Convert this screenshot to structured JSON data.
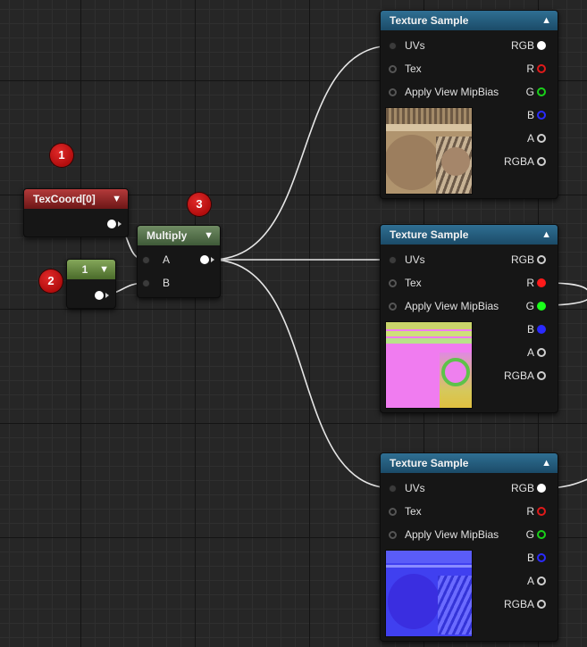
{
  "badges": [
    "1",
    "2",
    "3"
  ],
  "texcoord_node": {
    "title": "TexCoord[0]"
  },
  "constant_node": {
    "title": "1"
  },
  "multiply_node": {
    "title": "Multiply",
    "pin_a": "A",
    "pin_b": "B"
  },
  "texture_nodes": [
    {
      "title": "Texture Sample",
      "inputs": [
        "UVs",
        "Tex",
        "Apply View MipBias"
      ],
      "outputs": [
        "RGB",
        "R",
        "G",
        "B",
        "A",
        "RGBA"
      ]
    },
    {
      "title": "Texture Sample",
      "inputs": [
        "UVs",
        "Tex",
        "Apply View MipBias"
      ],
      "outputs": [
        "RGB",
        "R",
        "G",
        "B",
        "A",
        "RGBA"
      ]
    },
    {
      "title": "Texture Sample",
      "inputs": [
        "UVs",
        "Tex",
        "Apply View MipBias"
      ],
      "outputs": [
        "RGB",
        "R",
        "G",
        "B",
        "A",
        "RGBA"
      ]
    }
  ],
  "colors": {
    "pin_r": "#e01a1a",
    "pin_g": "#19d119",
    "pin_b": "#2a2aff",
    "header_texture": "#1b4b68",
    "header_texcoord": "#8a2020",
    "header_constant": "#5f8a3a",
    "header_multiply": "#4f6b47",
    "badge": "#c41414"
  },
  "icons": {
    "collapse": "chevron-down-icon",
    "collapse_texture": "chevron-up-icon"
  }
}
